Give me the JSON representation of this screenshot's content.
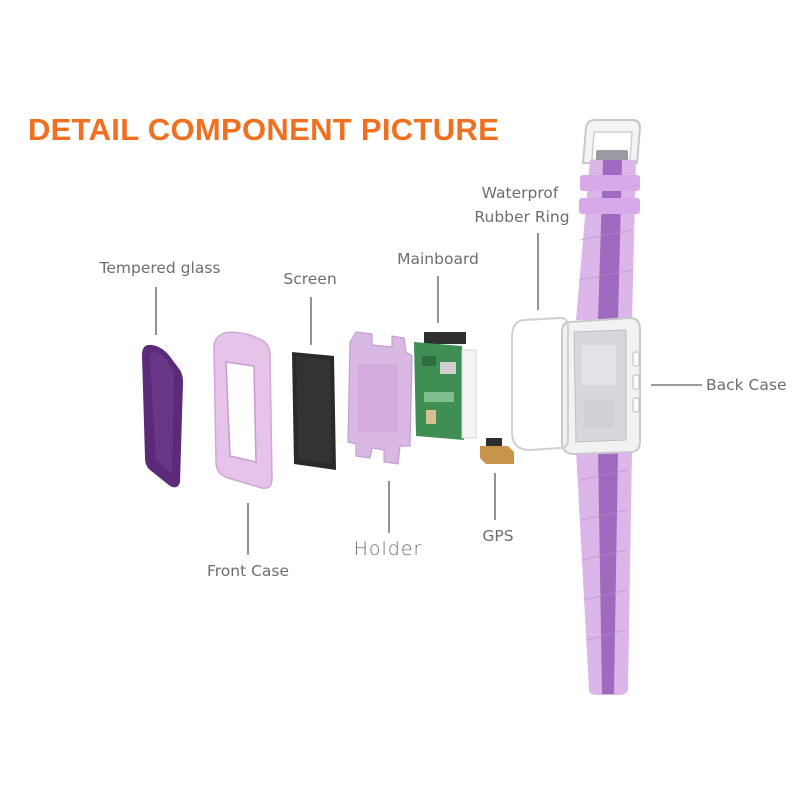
{
  "title": "DETAIL COMPONENT PICTURE",
  "labels": {
    "tempered_glass": "Tempered glass",
    "screen": "Screen",
    "mainboard": "Mainboard",
    "waterproof_line1": "Waterprof",
    "waterproof_line2": "Rubber Ring",
    "back_case": "Back Case",
    "front_case": "Front Case",
    "holder": "Holder",
    "gps": "GPS"
  },
  "colors": {
    "title": "#f07020",
    "label": "#6e6e6e",
    "leader": "#7a7a7a",
    "glass": "#5b2a78",
    "case_pink": "#e6c4ea",
    "screen": "#2a2a2a",
    "holder": "#d9b8e3",
    "board": "#3f8f55",
    "gps": "#c8934a",
    "strap_light": "#dcb6e8",
    "strap_dark": "#a06ac0",
    "shell": "#f2f2f4"
  }
}
